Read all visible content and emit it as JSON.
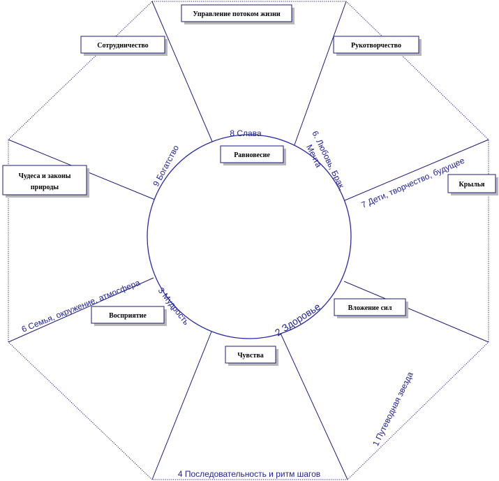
{
  "boxes": {
    "top": "Управление потоком жизни",
    "cooperation": "Сотрудничество",
    "handcraft": "Рукотворчество",
    "miracles_line1": "Чудеса и законы",
    "miracles_line2": "природы",
    "wings": "Крылья",
    "balance": "Равновесие",
    "perception": "Восприятие",
    "investment": "Вложение сил",
    "senses": "Чувства"
  },
  "sectors": {
    "fame": "8 Слава",
    "love_line1": "6. Любовь, Брак,",
    "love_line2": "Мечта",
    "wealth": "9 Богатство",
    "children": "7 Дети, творчество, будущее",
    "family": "6 Семья, окружение, атмосфера",
    "wisdom": "3 Мудрость",
    "health": "2 Здоровье",
    "guiding_star": "1 Путеводная звезда",
    "sequence": "4 Последовательность и ритм шагов"
  }
}
